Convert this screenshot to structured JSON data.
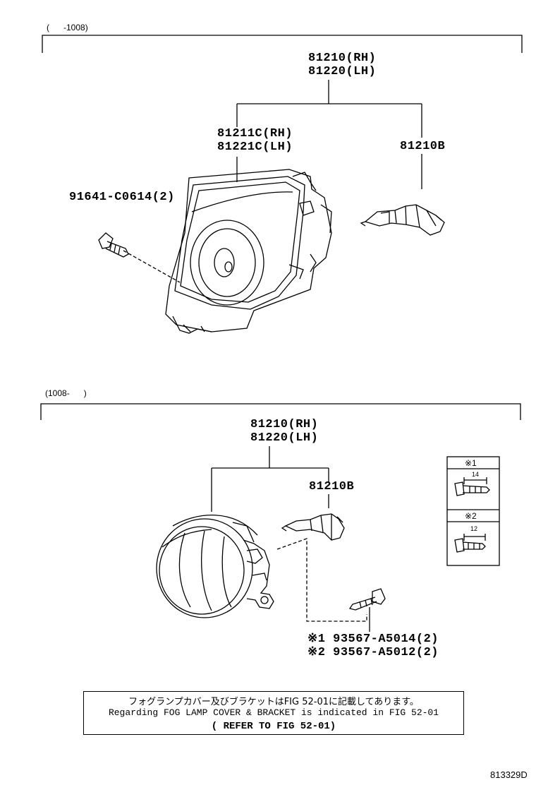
{
  "top_section": {
    "range_label": "(      -1008)",
    "assembly_rh": "81210(RH)",
    "assembly_lh": "81220(LH)",
    "unit_rh": "81211C(RH)",
    "unit_lh": "81221C(LH)",
    "bulb": "81210B",
    "bolt": "91641-C0614(2)"
  },
  "bottom_section": {
    "range_label": "(1008-      )",
    "assembly_rh": "81210(RH)",
    "assembly_lh": "81220(LH)",
    "bulb": "81210B",
    "screw_1": "※1 93567-A5014(2)",
    "screw_2": "※2 93567-A5012(2)",
    "inset_1_label": "※1",
    "inset_1_dim": "14",
    "inset_2_label": "※2",
    "inset_2_dim": "12"
  },
  "note": {
    "line_jp": "フォグランプカバー及びブラケットはFIG 52-01に記載してあります。",
    "line_en": "Regarding FOG LAMP COVER & BRACKET is indicated in FIG 52-01",
    "line_ref": "( REFER TO FIG 52-01)"
  },
  "figure_id": "813329D"
}
